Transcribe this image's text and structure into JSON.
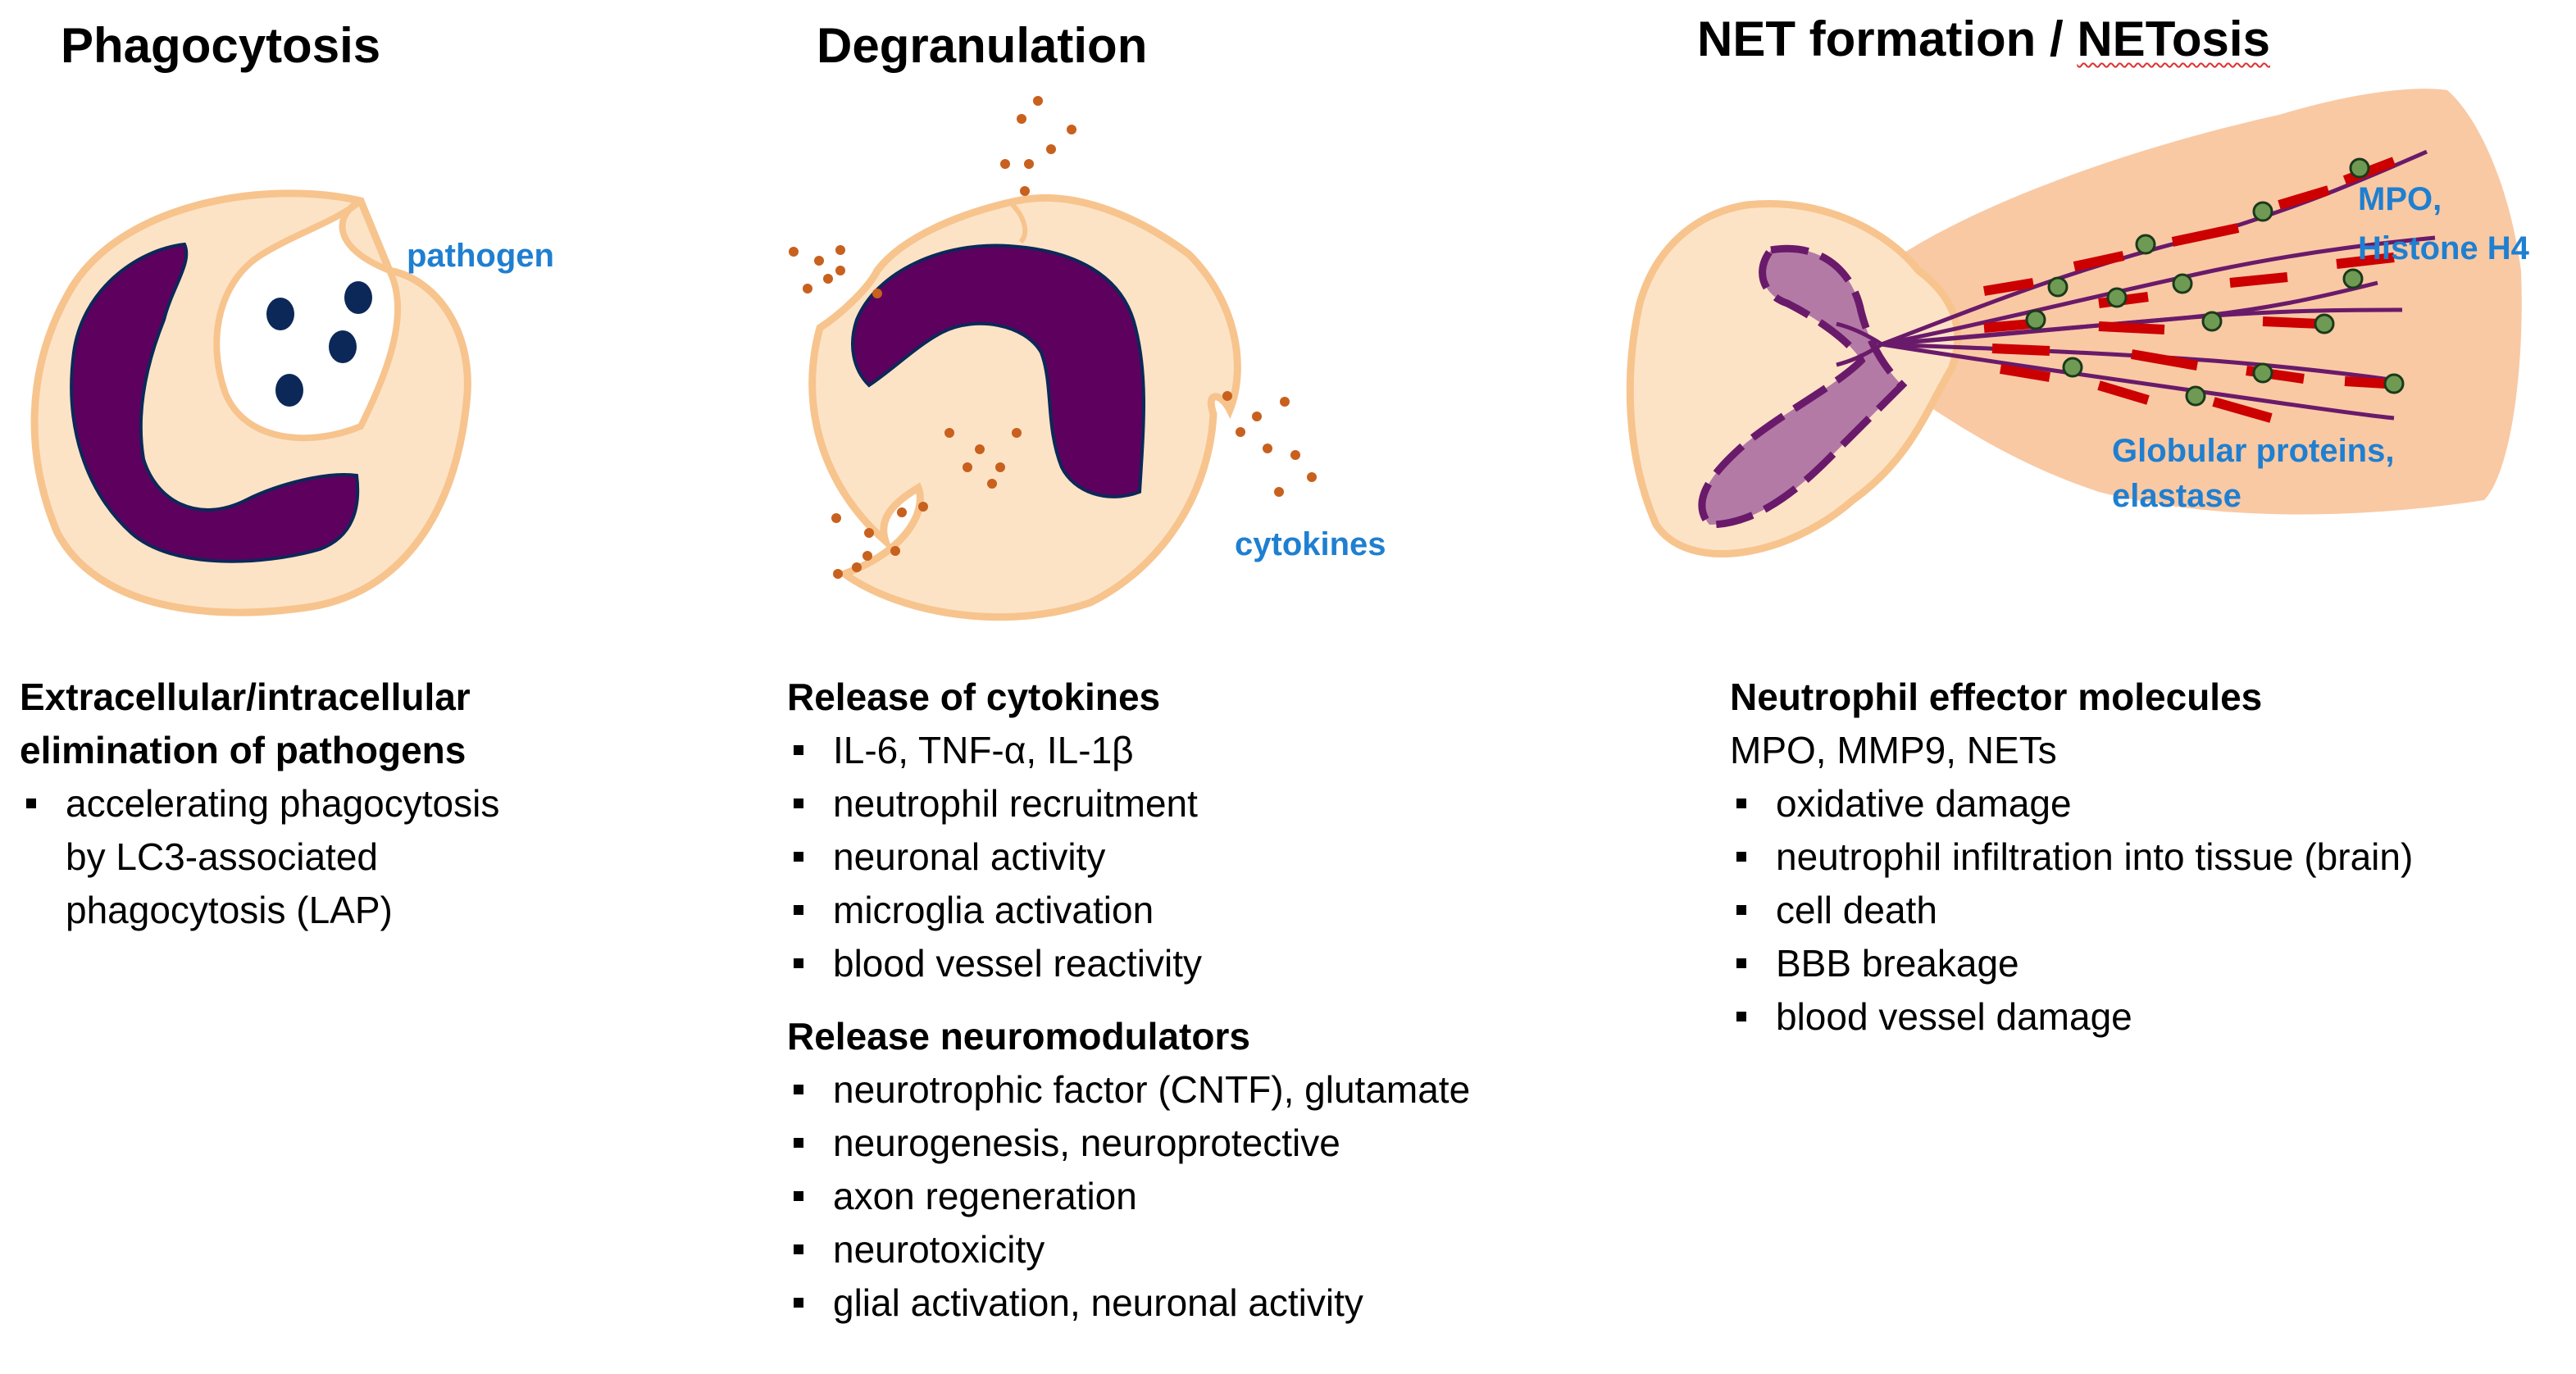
{
  "colors": {
    "cytoplasm": "#fde3c6",
    "cell_outline": "#f7c48e",
    "nucleus": "#5e005e",
    "decondensed_nucleus": "#b47aa6",
    "pathogen": "#0c2859",
    "cytokine_granule": "#c8601e",
    "net_protein": "#cc0000",
    "histone_bead": "#6f9a54",
    "callout_text": "#1f7fd0"
  },
  "phagocytosis": {
    "title": "Phagocytosis",
    "pathogen_label": "pathogen",
    "heading_line1": "Extracellular/intracellular",
    "heading_line2": "elimination of pathogens",
    "items": [
      "accelerating phagocytosis by LC3-associated phagocytosis (LAP)"
    ]
  },
  "degranulation": {
    "title": "Degranulation",
    "cytokines_label": "cytokines",
    "section1": {
      "heading": "Release of cytokines",
      "items": [
        "IL-6, TNF-α, IL-1β",
        "neutrophil recruitment",
        "neuronal activity",
        "microglia activation",
        "blood vessel reactivity"
      ]
    },
    "section2": {
      "heading": "Release neuromodulators",
      "items": [
        "neurotrophic factor (CNTF), glutamate",
        "neurogenesis, neuroprotective",
        "axon regeneration",
        "neurotoxicity",
        "glial activation, neuronal activity"
      ]
    }
  },
  "netosis": {
    "title_prefix": "NET formation / ",
    "title_suffix": "NETosis",
    "mpo_label_line1": "MPO,",
    "mpo_label_line2": "Histone H4",
    "globular_label_line1": "Globular proteins,",
    "globular_label_line2": "elastase",
    "heading": "Neutrophil effector molecules",
    "subheading": "MPO, MMP9, NETs",
    "items": [
      "oxidative damage",
      "neutrophil infiltration into tissue (brain)",
      "cell death",
      "BBB breakage",
      "blood vessel damage"
    ]
  }
}
